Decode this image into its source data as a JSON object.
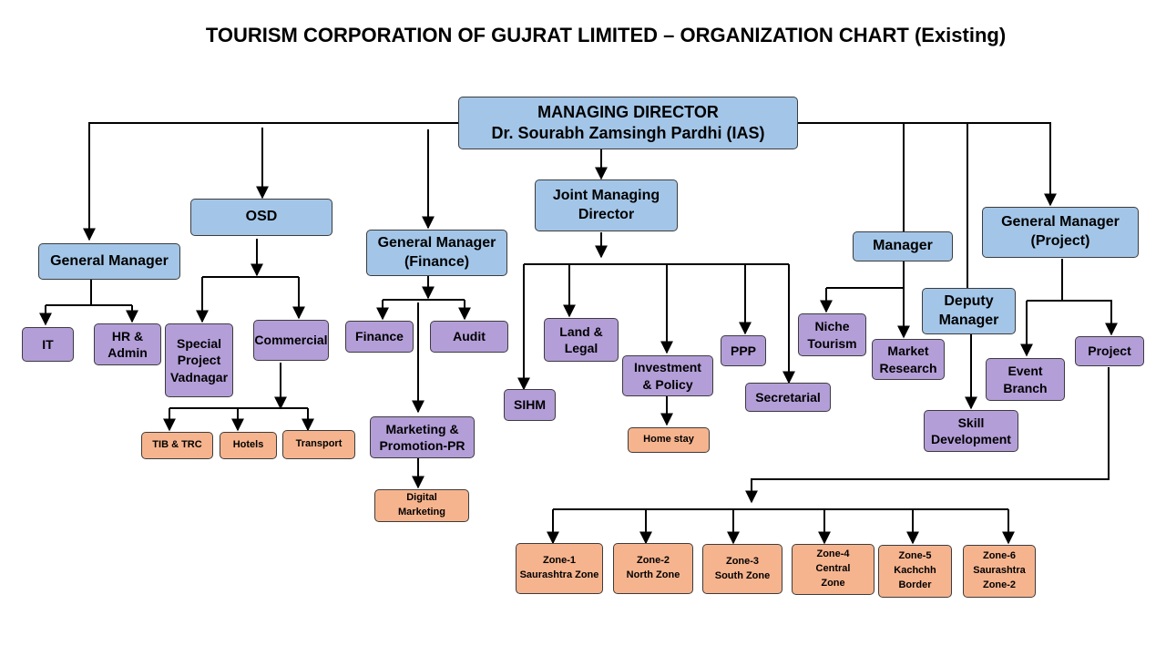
{
  "title": "TOURISM CORPORATION  OF GUJRAT LIMITED – ORGANIZATION  CHART (Existing)",
  "colors": {
    "management": "#a3c6e8",
    "departments": "#b39ed8",
    "units": "#f6b48e",
    "connector": "#000000"
  },
  "nodes": {
    "md": {
      "line1": "MANAGING DIRECTOR",
      "line2": "Dr. Sourabh  Zamsingh  Pardhi  (IAS)"
    },
    "gm": {
      "line1": "General Manager"
    },
    "osd": {
      "line1": "OSD"
    },
    "gm_finance": {
      "line1": "General Manager",
      "line2": "(Finance)"
    },
    "jmd": {
      "line1": "Joint Managing",
      "line2": "Director"
    },
    "manager": {
      "line1": "Manager"
    },
    "deputy_manager": {
      "line1": "Deputy",
      "line2": "Manager"
    },
    "gm_project": {
      "line1": "General Manager",
      "line2": "(Project)"
    },
    "it": {
      "line1": "IT"
    },
    "hr_admin": {
      "line1": "HR &",
      "line2": "Admin"
    },
    "special_project": {
      "line1": "Special",
      "line2": "Project",
      "line3": "Vadnagar"
    },
    "commercial": {
      "line1": "Commercial"
    },
    "tib_trc": {
      "line1": "TIB  & TRC"
    },
    "hotels": {
      "line1": "Hotels"
    },
    "transport": {
      "line1": "Transport"
    },
    "finance": {
      "line1": "Finance"
    },
    "audit": {
      "line1": "Audit"
    },
    "marketing": {
      "line1": "Marketing &",
      "line2": "Promotion-PR"
    },
    "digital_marketing": {
      "line1": "Digital",
      "line2": "Marketing"
    },
    "sihm": {
      "line1": "SIHM"
    },
    "land_legal": {
      "line1": "Land &",
      "line2": "Legal"
    },
    "investment_policy": {
      "line1": "Investment",
      "line2": "& Policy"
    },
    "home_stay": {
      "line1": "Home stay"
    },
    "ppp": {
      "line1": "PPP"
    },
    "secretarial": {
      "line1": "Secretarial"
    },
    "niche_tourism": {
      "line1": "Niche",
      "line2": "Tourism"
    },
    "market_research": {
      "line1": "Market",
      "line2": "Research"
    },
    "skill_development": {
      "line1": "Skill",
      "line2": "Development"
    },
    "event_branch": {
      "line1": "Event",
      "line2": "Branch"
    },
    "project": {
      "line1": "Project"
    },
    "zone1": {
      "line1": "Zone-1",
      "line2": "Saurashtra Zone"
    },
    "zone2": {
      "line1": "Zone-2",
      "line2": "North Zone"
    },
    "zone3": {
      "line1": "Zone-3",
      "line2": "South Zone"
    },
    "zone4": {
      "line1": "Zone-4",
      "line2": "Central",
      "line3": "Zone"
    },
    "zone5": {
      "line1": "Zone-5",
      "line2": "Kachchh",
      "line3": "Border"
    },
    "zone6": {
      "line1": "Zone-6",
      "line2": "Saurashtra",
      "line3": "Zone-2"
    }
  }
}
